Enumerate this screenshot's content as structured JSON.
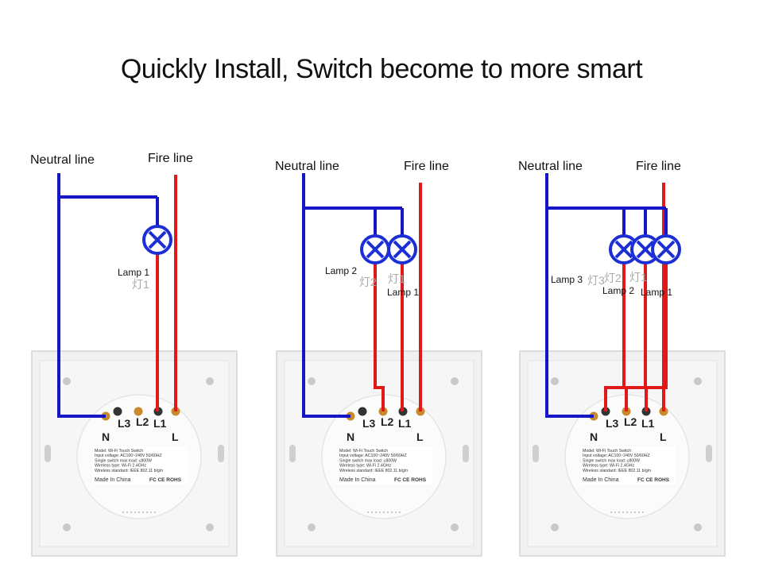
{
  "title": "Quickly Install, Switch become to more smart",
  "colors": {
    "neutral": "#1616c8",
    "fire": "#e01a1a",
    "panel": "#f1f1f1",
    "lamp": "#1c2fd6"
  },
  "diagrams": [
    {
      "neutral_label": "Neutral line",
      "fire_label": "Fire line",
      "lamps": [
        {
          "label": "Lamp 1",
          "cn": "灯1"
        }
      ],
      "terminals": [
        "L3",
        "L2",
        "L1",
        "N",
        "L"
      ]
    },
    {
      "neutral_label": "Neutral line",
      "fire_label": "Fire line",
      "lamps": [
        {
          "label": "Lamp 2",
          "cn": "灯2"
        },
        {
          "label": "Lamp 1",
          "cn": "灯1"
        }
      ],
      "terminals": [
        "L3",
        "L2",
        "L1",
        "N",
        "L"
      ]
    },
    {
      "neutral_label": "Neutral line",
      "fire_label": "Fire line",
      "lamps": [
        {
          "label": "Lamp 3",
          "cn": "灯3"
        },
        {
          "label": "Lamp 2",
          "cn": "灯2"
        },
        {
          "label": "Lamp 1",
          "cn": "灯1"
        }
      ],
      "terminals": [
        "L3",
        "L2",
        "L1",
        "N",
        "L"
      ]
    }
  ],
  "spec_label": {
    "lines": [
      "Model: Wi-Fi Touch Switch",
      "Input voltage: AC100~240V 50/60HZ",
      "Single switch max load: ≤800W",
      "Wireless type: Wi-Fi 2.4GHz",
      "Wireless standard: IEEE 802.11 b/g/n"
    ],
    "made_in": "Made In China",
    "certs": "FC CE ROHS"
  }
}
